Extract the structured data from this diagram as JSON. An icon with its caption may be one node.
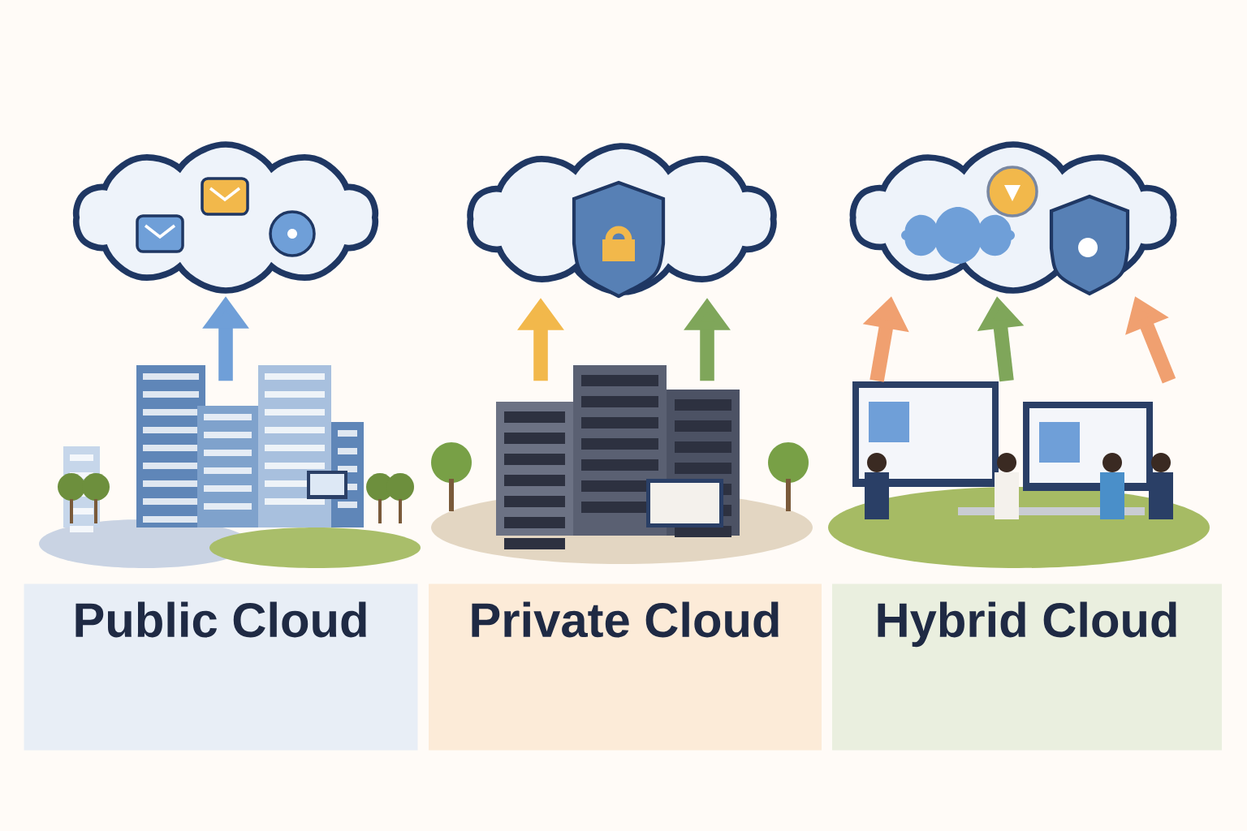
{
  "diagram": {
    "nodes": [
      {
        "text": [],
        "shape": "cloud"
      },
      {
        "text": [],
        "shape": "picture"
      },
      {
        "text": [
          "Public Cloud"
        ]
      },
      {
        "text": [],
        "shape": "cloud"
      },
      {
        "text": [],
        "shape": "picture"
      },
      {
        "text": [
          "Private Cloud"
        ]
      },
      {
        "text": [],
        "shape": "cloud"
      },
      {
        "text": [],
        "shape": "picture"
      },
      {
        "text": [
          "Hybrid Cloud"
        ]
      }
    ],
    "edges": [
      {
        "from": 1,
        "to": 0,
        "arrow": "to",
        "color": "#6f9fd8"
      },
      {
        "from": 4,
        "to": 3,
        "arrow": "to",
        "color": "#f2b84b"
      },
      {
        "from": 4,
        "to": 3,
        "arrow": "to",
        "color": "#7fa65a"
      },
      {
        "from": 7,
        "to": 6,
        "arrow": "to",
        "color": "#f0a070"
      },
      {
        "from": 7,
        "to": 6,
        "arrow": "to",
        "color": "#7fa65a"
      },
      {
        "from": 7,
        "to": 6,
        "arrow": "to",
        "color": "#f0a070"
      }
    ]
  }
}
